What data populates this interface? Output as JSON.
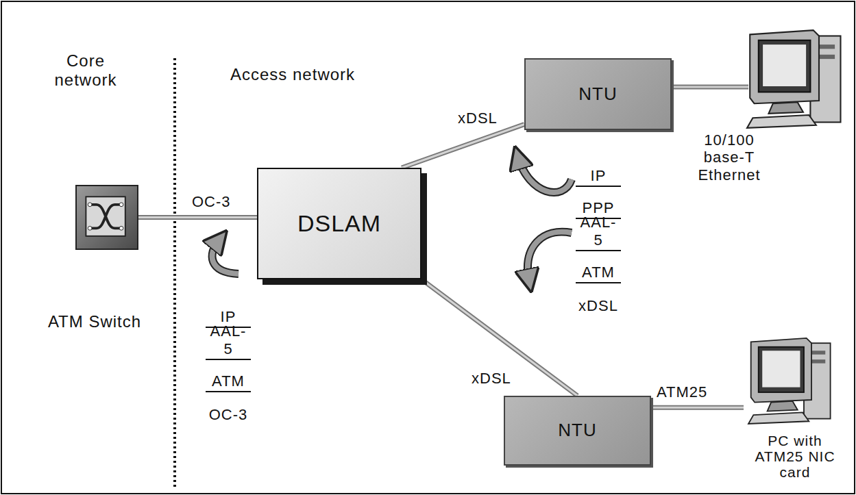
{
  "diagram": {
    "nodes": [
      {
        "text": [
          "ATM Switch"
        ]
      },
      {
        "text": [
          "DSLAM"
        ]
      },
      {
        "text": [
          "NTU"
        ]
      },
      {
        "text": [
          "NTU"
        ]
      },
      {
        "text": [
          "PC with ATM25 NIC card"
        ]
      }
    ],
    "edges": [
      {
        "from": 0,
        "to": 1,
        "label": "OC-3",
        "arrow": "none"
      },
      {
        "from": 1,
        "to": 2,
        "label": "xDSL",
        "arrow": "none"
      },
      {
        "from": 1,
        "to": 3,
        "label": "xDSL",
        "arrow": "none"
      },
      {
        "from": 3,
        "to": 4,
        "label": "ATM25",
        "arrow": "none"
      }
    ],
    "labels": [
      "Core network",
      "Access network",
      "IP",
      "AAL-5",
      "ATM",
      "OC-3",
      "IP",
      "PPP",
      "AAL-5",
      "ATM",
      "xDSL",
      "10/100 base-T Ethernet"
    ]
  }
}
